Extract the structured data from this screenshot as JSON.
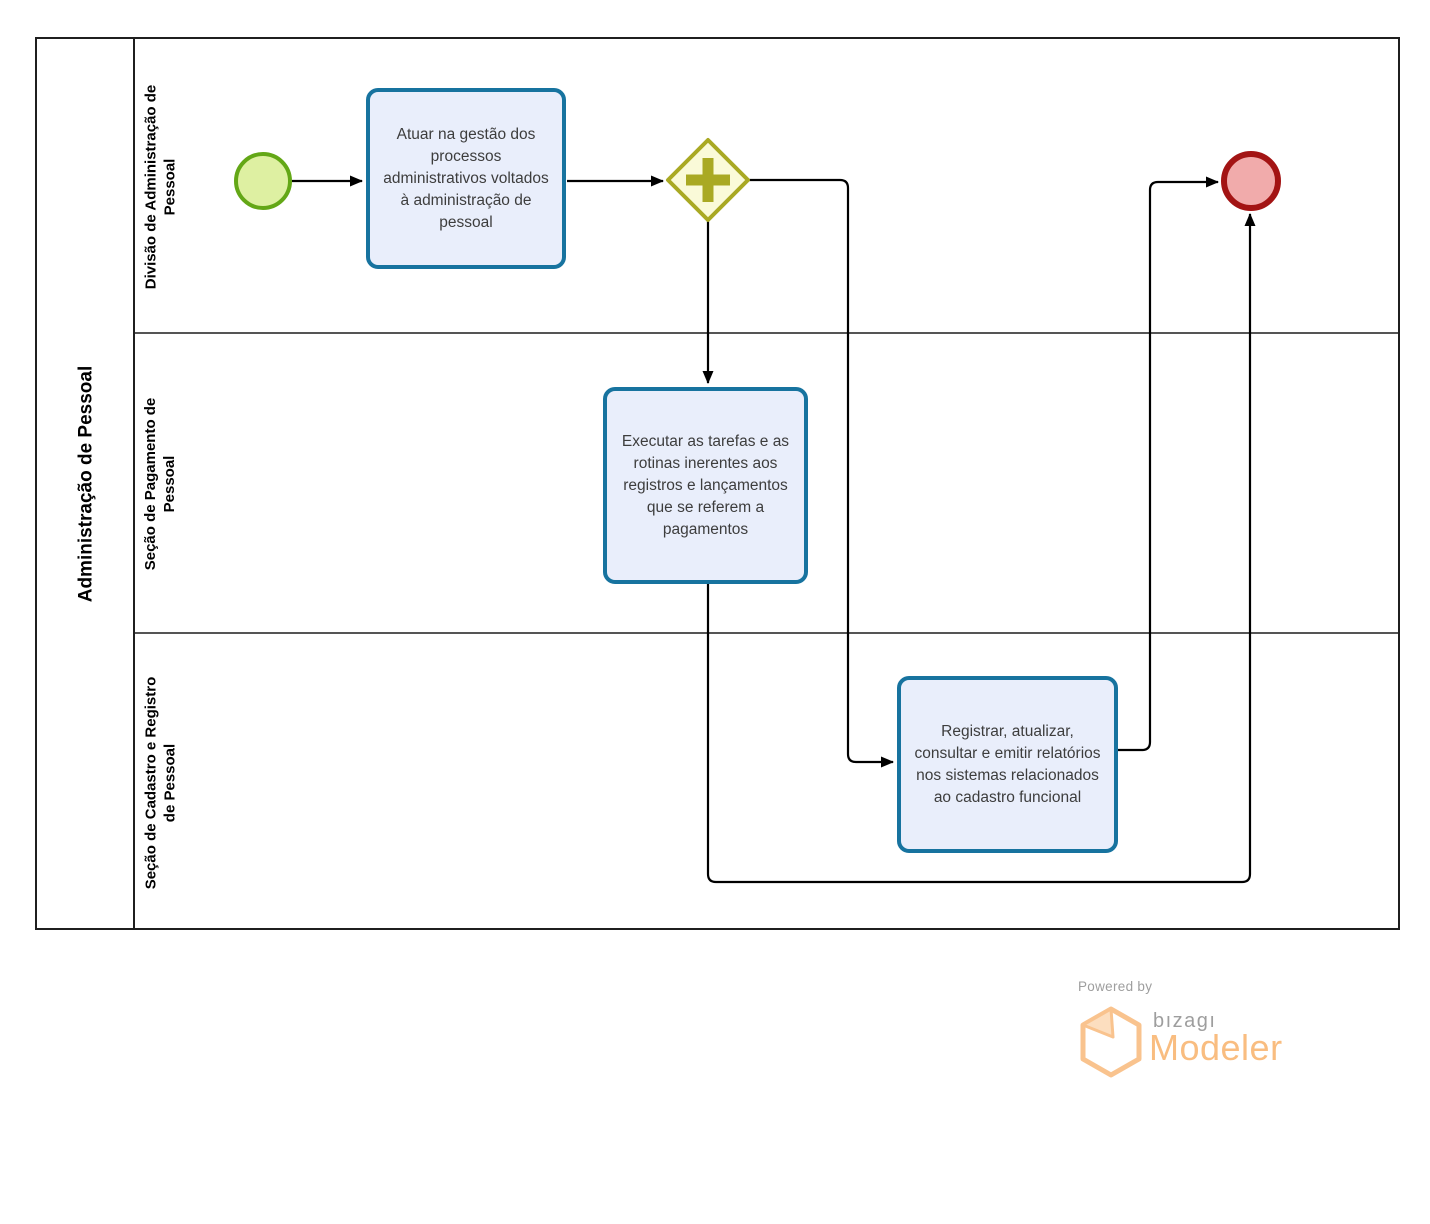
{
  "pool": {
    "title": "Administração de Pessoal"
  },
  "lanes": [
    {
      "label": "Divisão de Administração de Pessoal"
    },
    {
      "label": "Seção de Pagamento de Pessoal"
    },
    {
      "label": "Seção de Cadastro e Registro de Pessoal"
    }
  ],
  "nodes": {
    "start_event_type": "bpmn-start-event",
    "task_atuar": "Atuar na gestão dos processos administrativos voltados à administração de pessoal",
    "gateway_type": "bpmn-parallel-gateway",
    "task_executar": "Executar as tarefas e as rotinas inerentes aos registros e lançamentos  que se referem a pagamentos",
    "task_registrar": "Registrar, atualizar, consultar e emitir relatórios nos sistemas relacionados ao cadastro funcional",
    "end_event_type": "bpmn-end-event"
  },
  "footer": {
    "powered_by": "Powered by",
    "brand": "bızagı",
    "product": "Modeler"
  },
  "colors": {
    "task_fill": "#e9eefb",
    "task_border": "#17739f",
    "node_text": "#3d3d3d",
    "start_fill": "#def0a2",
    "start_border": "#63a716",
    "end_fill": "#f1abab",
    "end_border": "#a31414",
    "gateway_fill": "#fafad8",
    "gateway_border": "#a9a923",
    "lane_line": "#555555",
    "logo_gray": "#9e9e9e",
    "logo_orange": "#f9c38e",
    "logo_flap": "#fcdebf",
    "modeler_orange": "#f9bd80"
  }
}
